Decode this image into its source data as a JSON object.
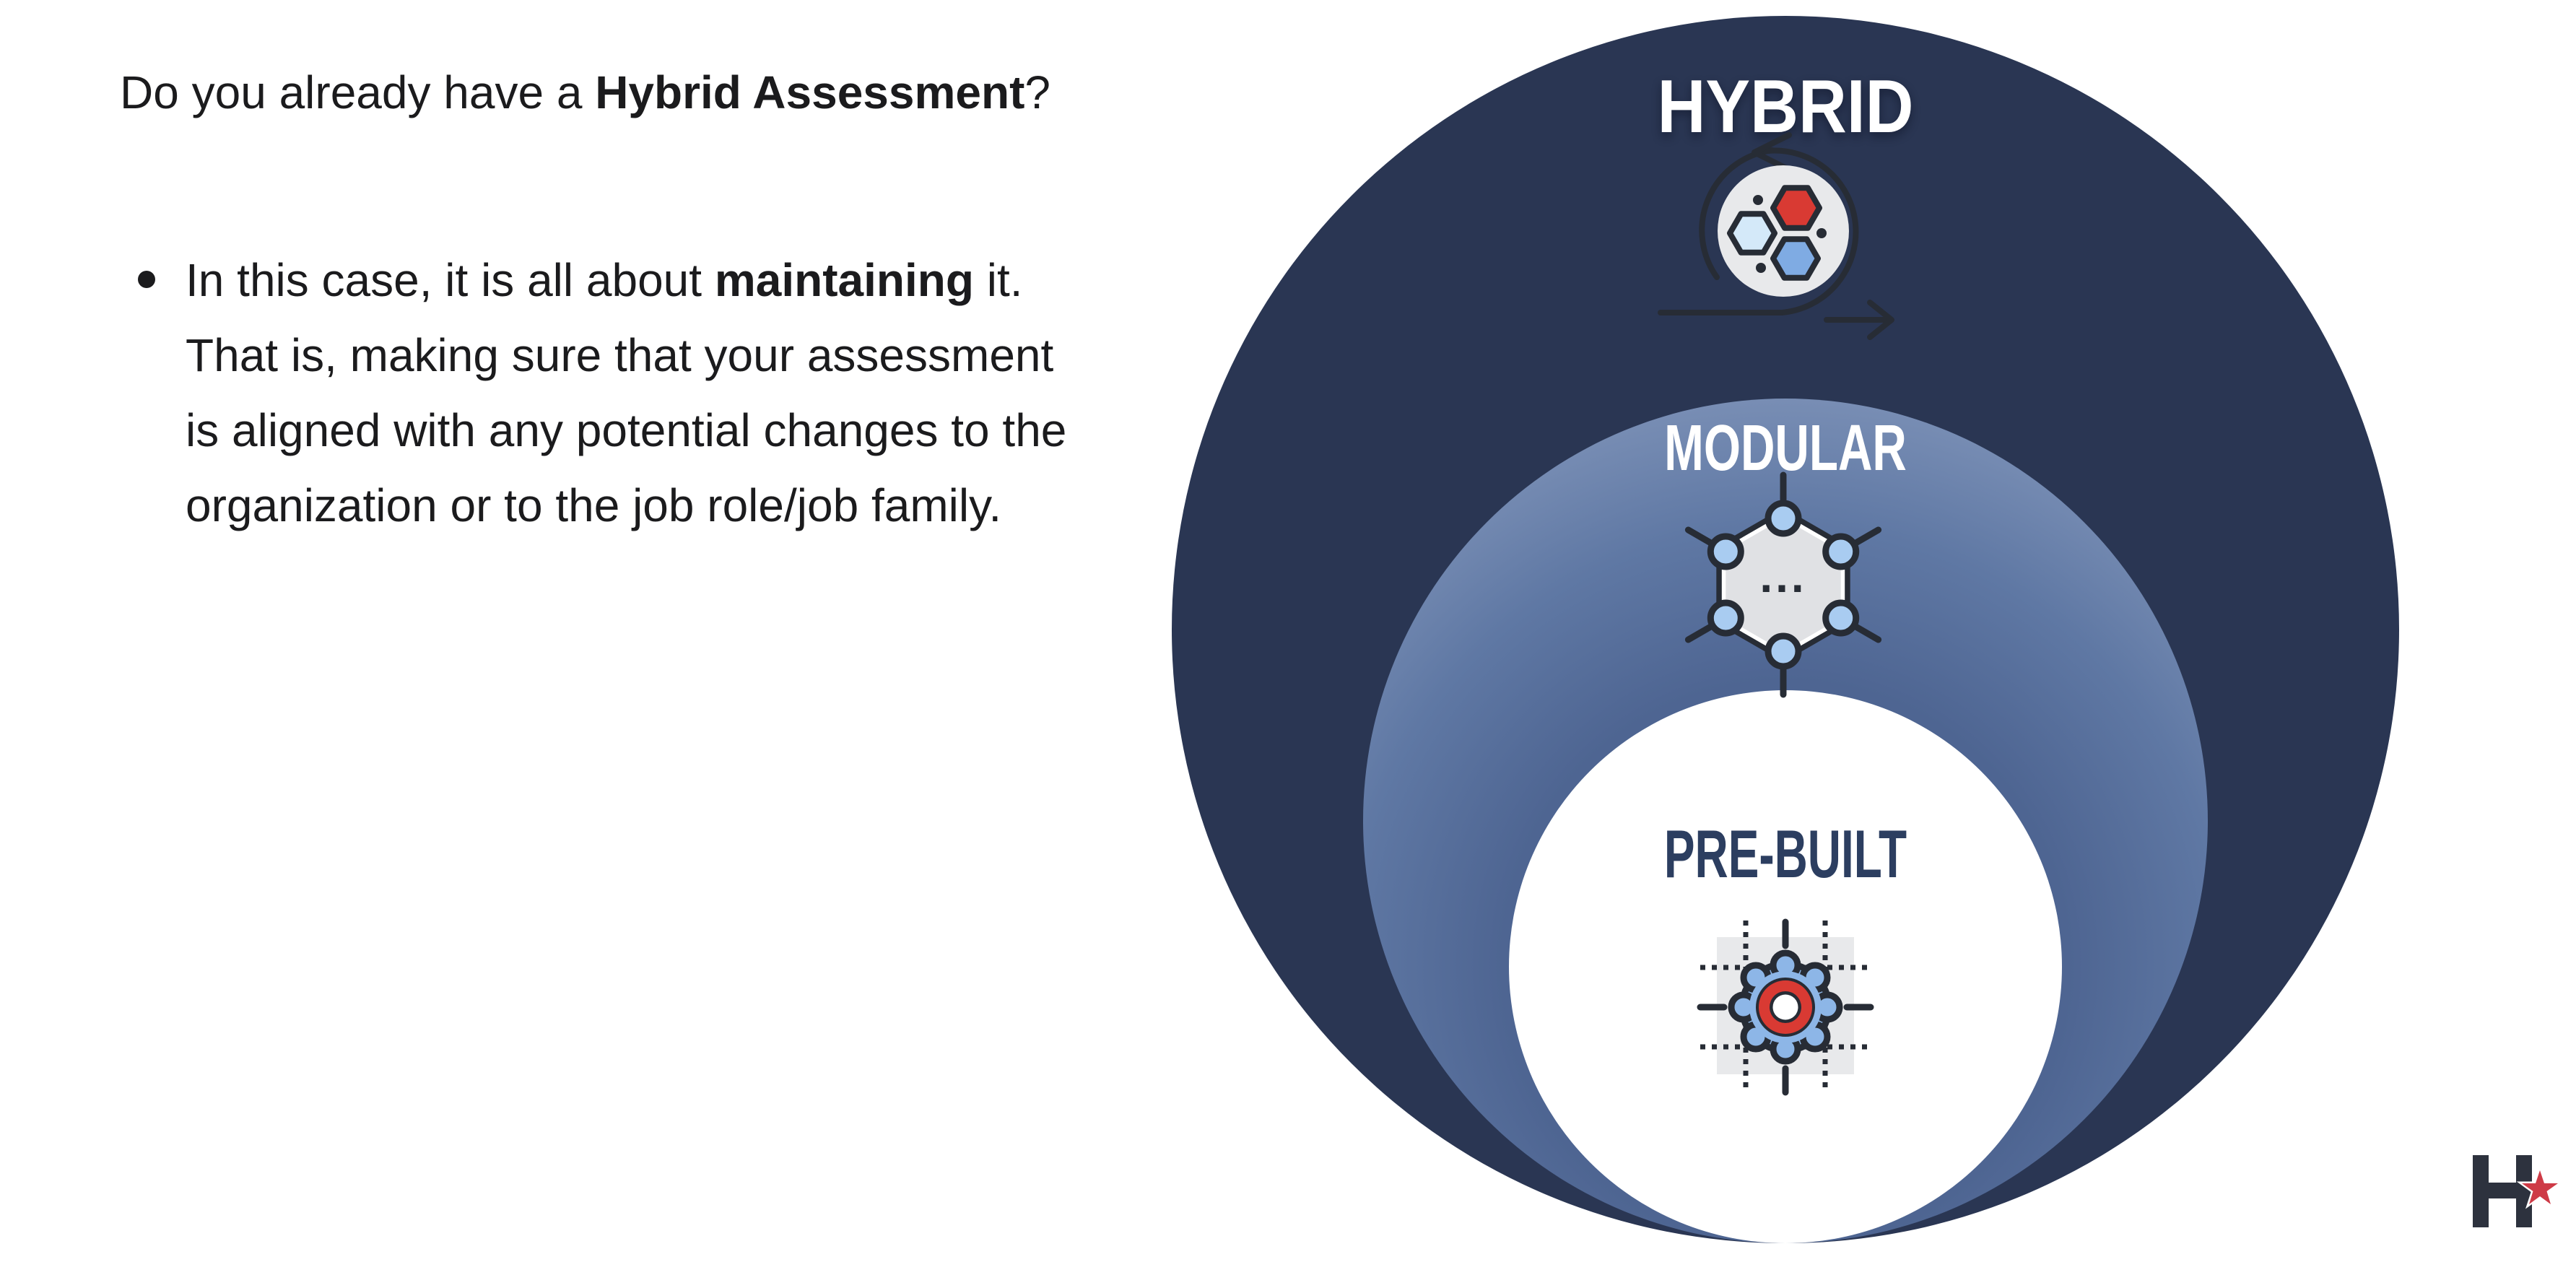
{
  "slide": {
    "title": {
      "pre": "Do you already have a ",
      "bold": "Hybrid Assessment",
      "post": "?"
    },
    "bullet": {
      "lines": [
        {
          "pre": "In this case, it is all about ",
          "bold": "maintaining",
          "post": " it."
        },
        {
          "text": "That is, making sure that your assessment"
        },
        {
          "text": "is aligned with any potential changes to the"
        },
        {
          "text": "organization or to the job role/job family."
        }
      ]
    }
  },
  "diagram": {
    "rings": [
      {
        "label": "HYBRID",
        "icon": "sprint-loop-hexagons-icon"
      },
      {
        "label": "MODULAR",
        "icon": "molecule-network-icon"
      },
      {
        "label": "PRE-BUILT",
        "icon": "gear-blueprint-icon"
      }
    ],
    "molecule_center_text": "..."
  },
  "logo": {
    "letter": "H",
    "star_icon": "red-star-icon"
  },
  "palette": {
    "text_dark": "#1b1b1d",
    "outer_navy": "#2a3653",
    "modular_rim": "#8fa3c5",
    "prebuilt_text": "#2c3e60",
    "icon_stroke": "#272c35",
    "accent_red": "#d93a33",
    "blue_medium": "#7fabe3",
    "blue_light": "#d4e9f9",
    "blue_node": "#a9ccf1",
    "blue_gear": "#8db6e7",
    "panel_gray": "#e8e9eb",
    "hex_gray": "#e0e1e4",
    "logo_dark": "#2d323e",
    "logo_star_red": "#ce3a46"
  }
}
